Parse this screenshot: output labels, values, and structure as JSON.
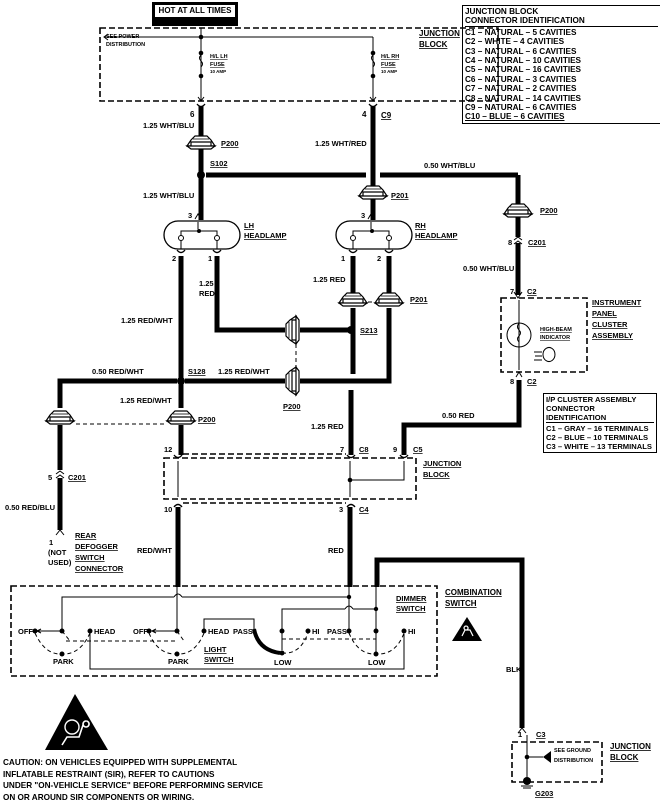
{
  "hot_label": "HOT AT ALL TIMES",
  "junction_block_label": [
    "JUNCTION",
    "BLOCK"
  ],
  "see_power_distribution": [
    "SEE POWER",
    "DISTRIBUTION"
  ],
  "fuses": {
    "lh": {
      "name": [
        "H/L LH",
        "FUSE"
      ],
      "rating": "10 AMP"
    },
    "rh": {
      "name": [
        "H/L RH",
        "FUSE"
      ],
      "rating": "10 AMP"
    }
  },
  "jb_connector_id": {
    "title": [
      "JUNCTION BLOCK",
      "CONNECTOR IDENTIFICATION"
    ],
    "rows": [
      "C1 – NATURAL – 5 CAVITIES",
      "C2 – WHITE – 4 CAVITIES",
      "C3 – NATURAL – 6 CAVITIES",
      "C4 – NATURAL – 10 CAVITIES",
      "C5 – NATURAL – 16 CAVITIES",
      "C6 – NATURAL – 3 CAVITIES",
      "C7 – NATURAL – 2 CAVITIES",
      "C8 – NATURAL – 14 CAVITIES",
      "C9 – NATURAL – 6 CAVITIES",
      "C10 – BLUE – 6 CAVITIES"
    ]
  },
  "ip_connector_id": {
    "title": [
      "I/P CLUSTER ASSEMBLY",
      "CONNECTOR IDENTIFICATION"
    ],
    "rows": [
      "C1 – GRAY – 16 TERMINALS",
      "C2 – BLUE – 10 TERMINALS",
      "C3 – WHITE – 13 TERMINALS"
    ]
  },
  "wires": {
    "w_lh_top": "1.25 WHT/BLU",
    "w_lh_mid": "1.25 WHT/BLU",
    "w_rh_top": "1.25 WHT/RED",
    "w_s102_right": "0.50 WHT/BLU",
    "w_ip_feed": "0.50 WHT/BLU",
    "w_lh_pin1": [
      "1.25",
      "RED"
    ],
    "w_rh_pin1": "1.25 RED",
    "w_lh_pin2": "1.25 RED/WHT",
    "w_s128_left": "0.50 RED/WHT",
    "w_s128_right": "1.25 RED/WHT",
    "w_s128_down": "1.25 RED/WHT",
    "w_c8": "1.25 RED",
    "w_c5": "0.50 RED",
    "w_defog": "0.50 RED/BLU",
    "w_c4_10": "RED/WHT",
    "w_c4_3": "RED",
    "w_gnd": "BLK"
  },
  "splices": {
    "s102": "S102",
    "s128": "S128",
    "s213": "S213"
  },
  "passthroughs": {
    "p200": "P200",
    "p201": "P201"
  },
  "connectors": {
    "c9": "C9",
    "c201": "C201",
    "c2": "C2",
    "c8": "C8",
    "c5": "C5",
    "c4": "C4",
    "c3": "C3"
  },
  "pins": {
    "jb_lh": "6",
    "jb_rh": "4",
    "lh_3": "3",
    "rh_3": "3",
    "lh_2": "2",
    "lh_1": "1",
    "rh_1": "1",
    "rh_2": "2",
    "c201_8": "8",
    "c2_7": "7",
    "c2_8": "8",
    "c201_5": "5",
    "defog_1": "1",
    "c8_12": "12",
    "c8_7": "7",
    "c5_9": "9",
    "c4_10": "10",
    "c4_3": "3",
    "c3_1": "1"
  },
  "components": {
    "lh_headlamp": [
      "LH",
      "HEADLAMP"
    ],
    "rh_headlamp": [
      "RH",
      "HEADLAMP"
    ],
    "ip_cluster": [
      "INSTRUMENT",
      "PANEL",
      "CLUSTER",
      "ASSEMBLY"
    ],
    "high_beam": [
      "HIGH-BEAM",
      "INDICATOR"
    ],
    "defogger": [
      "REAR",
      "DEFOGGER",
      "SWITCH",
      "CONNECTOR"
    ],
    "not_used": [
      "(NOT",
      "USED)"
    ],
    "combination_switch": [
      "COMBINATION",
      "SWITCH"
    ],
    "light_switch": [
      "LIGHT",
      "SWITCH"
    ],
    "dimmer_switch": [
      "DIMMER",
      "SWITCH"
    ],
    "see_ground": [
      "SEE GROUND",
      "DISTRIBUTION"
    ],
    "ground": "G203"
  },
  "switch_positions": {
    "off": "OFF",
    "head": "HEAD",
    "park": "PARK",
    "pass": "PASS",
    "hi": "HI",
    "low": "LOW"
  },
  "caution_text": [
    "CAUTION:  ON VEHICLES EQUIPPED WITH SUPPLEMENTAL",
    "INFLATABLE RESTRAINT (SIR), REFER TO CAUTIONS",
    "UNDER \"ON-VEHICLE SERVICE\" BEFORE PERFORMING SERVICE",
    "ON OR AROUND SIR COMPONENTS OR WIRING."
  ]
}
